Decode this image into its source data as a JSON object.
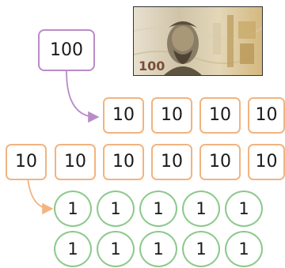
{
  "banknote": {
    "denomination": "100"
  },
  "cards": {
    "hundred": "100",
    "tens": [
      "10",
      "10",
      "10",
      "10",
      "10",
      "10",
      "10",
      "10",
      "10",
      "10"
    ],
    "ones": [
      "1",
      "1",
      "1",
      "1",
      "1",
      "1",
      "1",
      "1",
      "1",
      "1"
    ]
  },
  "colors": {
    "hundred_border": "#b98cc7",
    "ten_border": "#f2b480",
    "one_border": "#8cc98c",
    "arrow_100": "#b98cc7",
    "arrow_10": "#f2b480"
  }
}
